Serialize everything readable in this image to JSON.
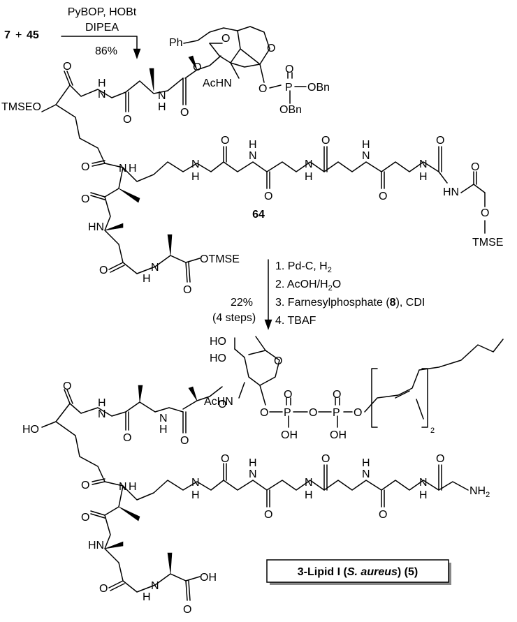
{
  "reaction_1": {
    "reactants": {
      "first": "7",
      "plus": "+",
      "second": "45"
    },
    "reagents_line1": "PyBOP, HOBt",
    "reagents_line2": "DIPEA",
    "yield": "86%"
  },
  "intermediate": {
    "compound_number": "64",
    "labels": {
      "ph": "Ph",
      "o": "O",
      "achn": "AcHN",
      "p": "P",
      "obn": "OBn",
      "tmseo": "TMSEO",
      "otmse": "OTMSE",
      "tmse": "TMSE",
      "nh_upper": "H",
      "n": "N",
      "hn": "HN"
    }
  },
  "reaction_2": {
    "steps": [
      "1. Pd-C, H",
      "2. AcOH/H",
      "3. Farnesylphosphate (",
      "4. TBAF"
    ],
    "step1_subscript": "2",
    "step2_subscript": "2",
    "step2_tail": "O",
    "step3_reagent_number": "8",
    "step3_tail": "), CDI",
    "yield": "22%",
    "yield_note": "(4 steps)"
  },
  "product": {
    "labels": {
      "ho": "HO",
      "oh": "OH",
      "nh2_n": "NH",
      "nh2_sub": "2",
      "repeat_sub": "2"
    },
    "name_box": {
      "prefix": "3-Lipid I (",
      "organism": "S. aureus",
      "mid": ") (",
      "number": "5",
      "suffix": ")"
    }
  }
}
